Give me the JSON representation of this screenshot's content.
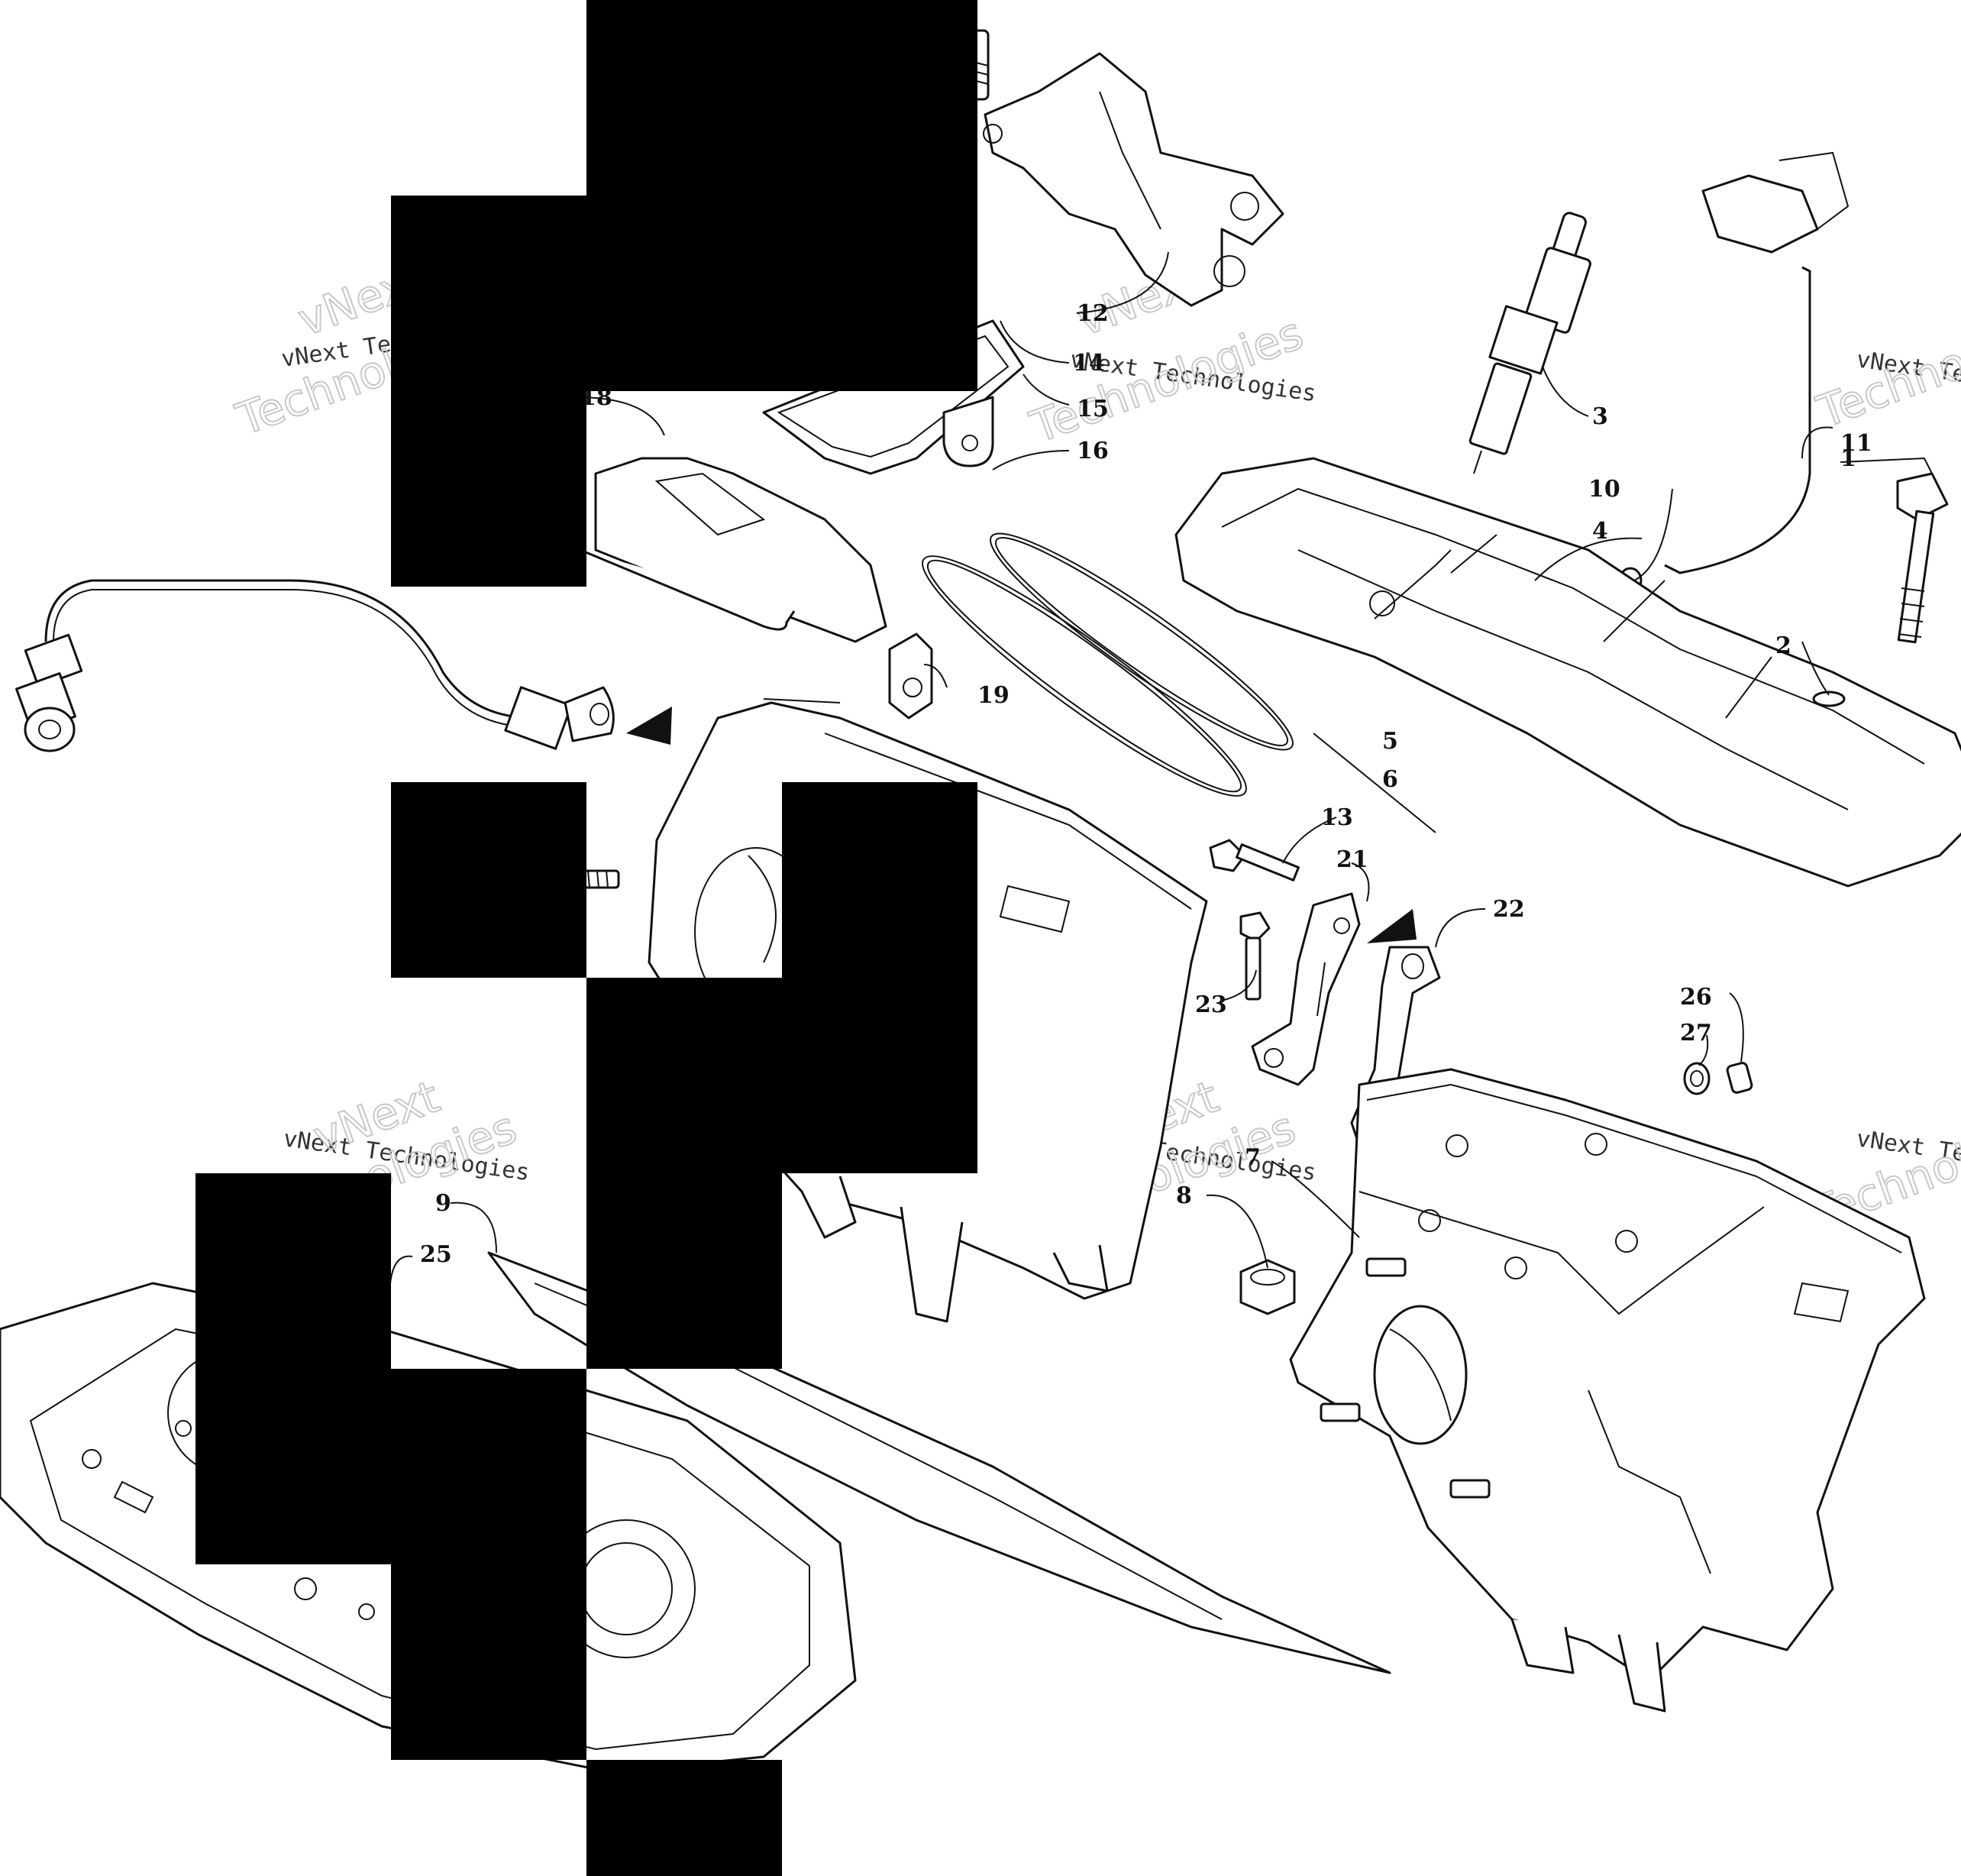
{
  "diagram": {
    "callouts": [
      "1",
      "2",
      "3",
      "4",
      "5",
      "6",
      "7",
      "8",
      "9",
      "10",
      "11",
      "12",
      "13",
      "14",
      "15",
      "16",
      "18",
      "19",
      "21",
      "22",
      "23",
      "25",
      "26",
      "27"
    ],
    "watermark": {
      "line1": "vNext Technologies",
      "big1": "vNext",
      "big2": "Technologies"
    }
  },
  "colors": {
    "line": "#111111",
    "background": "#ffffff",
    "redaction": "#000000",
    "watermark": "#c8c8c8"
  },
  "icons": [
    "spark-plug",
    "sensor-connector",
    "cylinder",
    "cylinder-head",
    "gasket",
    "bolt",
    "pointer-arrow"
  ]
}
